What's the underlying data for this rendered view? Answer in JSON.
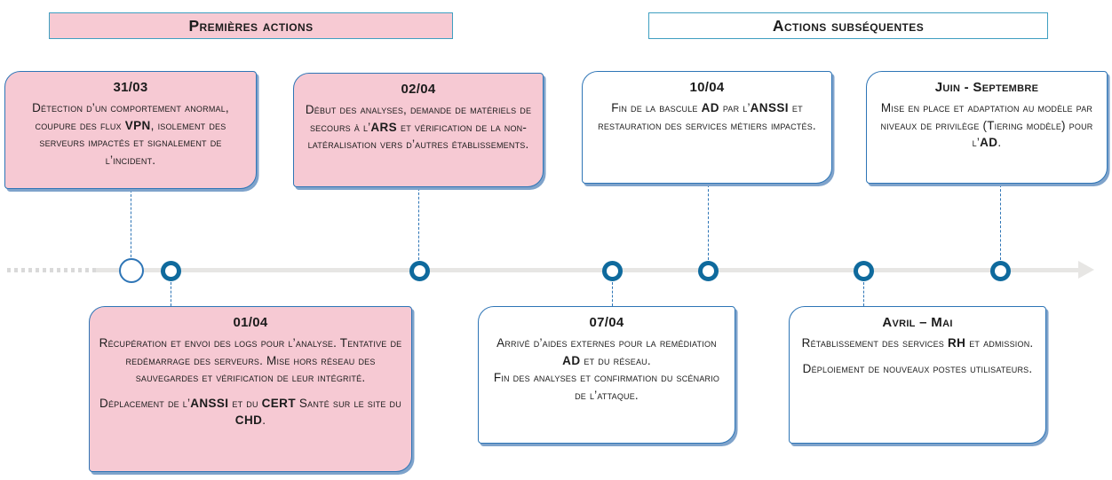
{
  "colors": {
    "pink_fill": "#f6c9d3",
    "box_border_blue": "#2e75b6",
    "header_border_cyan": "#3f9fc1",
    "node_blue": "#0f6a9d",
    "axis_gray": "#e7e6e4",
    "text": "#1c1c1c"
  },
  "phase_headers": [
    {
      "id": "premieres",
      "label": "Premières actions",
      "variant": "pink"
    },
    {
      "id": "subsequentes",
      "label": "Actions subséquentes",
      "variant": "white"
    }
  ],
  "events": [
    {
      "title": "31/03",
      "variant": "pink",
      "position": "above",
      "paragraphs": [
        [
          {
            "t": "Détection d’un comportement anormal, coupure des flux "
          },
          {
            "t": "VPN",
            "b": true
          },
          {
            "t": ", isolement des serveurs impactés et signalement de l’incident."
          }
        ]
      ]
    },
    {
      "title": "02/04",
      "variant": "pink",
      "position": "above",
      "paragraphs": [
        [
          {
            "t": "Début des analyses, demande de matériels de secours à l’"
          },
          {
            "t": "ARS",
            "b": true
          },
          {
            "t": " et vérification de la non-latéralisation vers d’autres établissements."
          }
        ]
      ]
    },
    {
      "title": "10/04",
      "variant": "white",
      "position": "above",
      "paragraphs": [
        [
          {
            "t": "Fin de la bascule "
          },
          {
            "t": "AD",
            "b": true
          },
          {
            "t": " par l’"
          },
          {
            "t": "ANSSI",
            "b": true
          },
          {
            "t": " et restauration des services métiers impactés."
          }
        ]
      ]
    },
    {
      "title": "Juin - Septembre",
      "variant": "white",
      "position": "above",
      "paragraphs": [
        [
          {
            "t": "Mise en place et adaptation au modèle par niveaux de privilège (Tiering modèle) pour l’"
          },
          {
            "t": "AD",
            "b": true
          },
          {
            "t": "."
          }
        ]
      ]
    },
    {
      "title": "01/04",
      "variant": "pink",
      "position": "below",
      "paragraphs": [
        [
          {
            "t": "Récupération et envoi des logs pour l’analyse. Tentative de redémarrage des serveurs. Mise hors réseau des sauvegardes et vérification de leur intégrité."
          }
        ],
        [
          {
            "t": "Déplacement de l’"
          },
          {
            "t": "ANSSI",
            "b": true
          },
          {
            "t": " et du "
          },
          {
            "t": "CERT",
            "b": true
          },
          {
            "t": " Santé sur le site du "
          },
          {
            "t": "CHD",
            "b": true
          },
          {
            "t": "."
          }
        ]
      ]
    },
    {
      "title": "07/04",
      "variant": "white",
      "position": "below",
      "paragraphs": [
        [
          {
            "t": "Arrivé d’aides externes pour la remédiation "
          },
          {
            "t": "AD",
            "b": true
          },
          {
            "t": " et du réseau."
          },
          {
            "br": true
          },
          {
            "t": "Fin des analyses et confirmation du scénario de l’attaque."
          }
        ]
      ]
    },
    {
      "title": "Avril – Mai",
      "variant": "white",
      "position": "below",
      "paragraphs": [
        [
          {
            "t": "Rétablissement des services "
          },
          {
            "t": "RH",
            "b": true
          },
          {
            "t": " et admission."
          }
        ],
        [
          {
            "t": "Déploiement de nouveaux postes utilisateurs."
          }
        ]
      ]
    }
  ]
}
